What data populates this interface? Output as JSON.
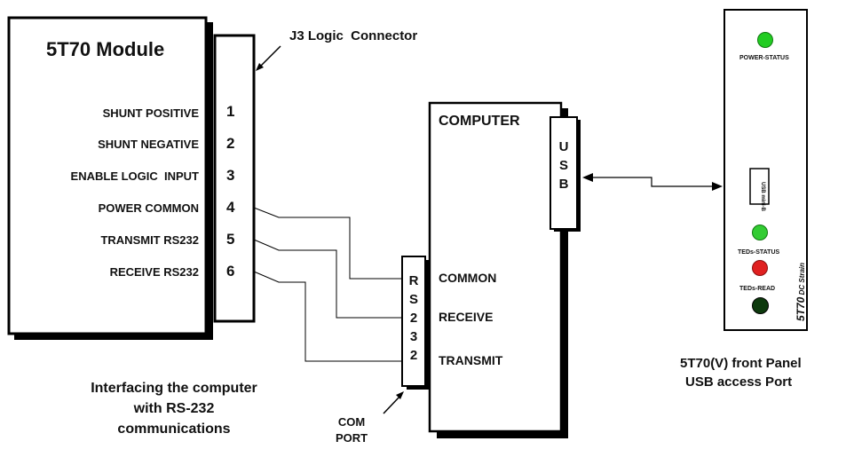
{
  "module": {
    "title": "5T70 Module",
    "signals": [
      "SHUNT POSITIVE",
      "SHUNT NEGATIVE",
      "ENABLE LOGIC  INPUT",
      "POWER COMMON",
      "TRANSMIT RS232",
      "RECEIVE RS232"
    ]
  },
  "connector": {
    "label": "J3 Logic  Connector",
    "pins": [
      "1",
      "2",
      "3",
      "4",
      "5",
      "6"
    ]
  },
  "computer": {
    "title": "COMPUTER",
    "usb_letters": [
      "U",
      "S",
      "B"
    ],
    "rs232_letters": [
      "R",
      "S",
      "2",
      "3",
      "2"
    ],
    "port_labels": [
      "COMMON",
      "RECEIVE",
      "TRANSMIT"
    ]
  },
  "com_port": {
    "line1": "COM",
    "line2": "PORT"
  },
  "caption_left": [
    "Interfacing the computer",
    "with RS-232",
    "communications"
  ],
  "front_panel": {
    "power_status": "POWER-STATUS",
    "usb_label": "USB mini-B",
    "teds_status": "TEDs-STATUS",
    "teds_read": "TEDs-READ",
    "brand_bold": "5T70",
    "brand_rest": " DC Strain",
    "led_colors": {
      "power": "#22cc22",
      "teds_status": "#33cc33",
      "teds_read": "#e02020",
      "dark": "#0d3a0d"
    }
  },
  "caption_right": [
    "5T70(V) front Panel",
    "USB access Port"
  ]
}
